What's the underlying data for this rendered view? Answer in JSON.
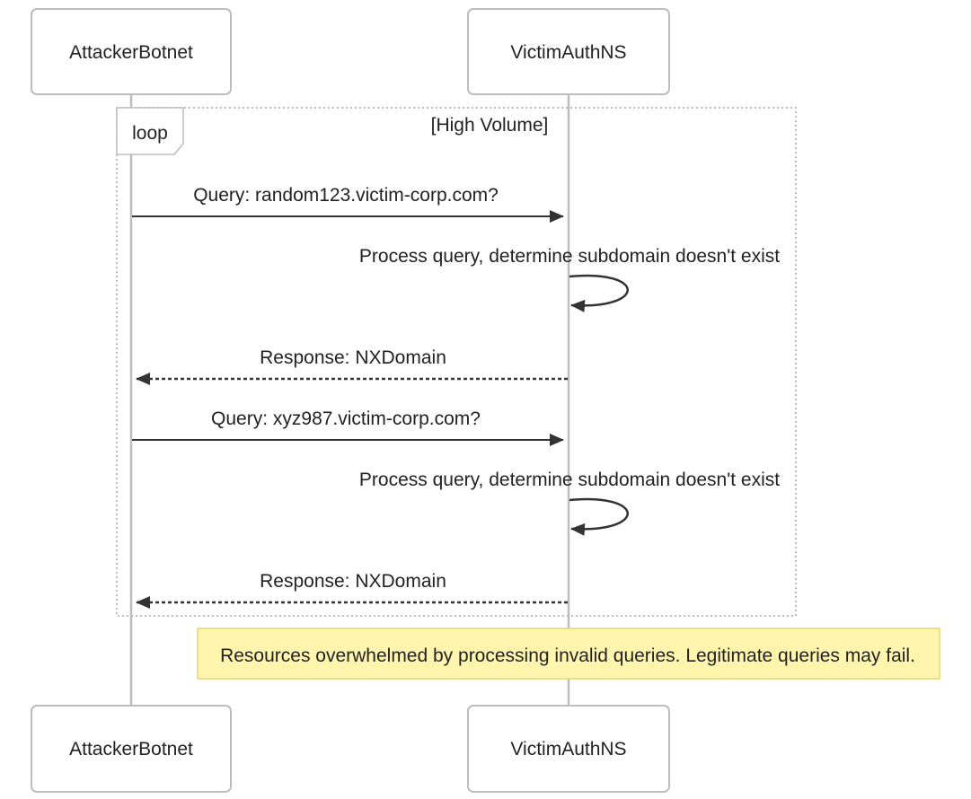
{
  "diagram": {
    "type": "sequence",
    "actors": [
      {
        "id": "attacker",
        "label": "AttackerBotnet"
      },
      {
        "id": "victim",
        "label": "VictimAuthNS"
      }
    ],
    "loop": {
      "label": "loop",
      "condition": "[High Volume]"
    },
    "messages": [
      {
        "from": "attacker",
        "to": "victim",
        "style": "solid",
        "label": "Query: random123.victim-corp.com?"
      },
      {
        "from": "victim",
        "to": "victim",
        "style": "solid",
        "label": "Process query, determine subdomain doesn't exist"
      },
      {
        "from": "victim",
        "to": "attacker",
        "style": "dashed",
        "label": "Response: NXDomain"
      },
      {
        "from": "attacker",
        "to": "victim",
        "style": "solid",
        "label": "Query: xyz987.victim-corp.com?"
      },
      {
        "from": "victim",
        "to": "victim",
        "style": "solid",
        "label": "Process query, determine subdomain doesn't exist"
      },
      {
        "from": "victim",
        "to": "attacker",
        "style": "dashed",
        "label": "Response: NXDomain"
      }
    ],
    "note": {
      "over": "victim",
      "text": "Resources overwhelmed by processing invalid queries. Legitimate queries may fail."
    },
    "colors": {
      "actor_border": "#bdbdbd",
      "note_fill": "#fff5ad",
      "note_border": "#e6d76a",
      "arrow": "#333333"
    }
  }
}
